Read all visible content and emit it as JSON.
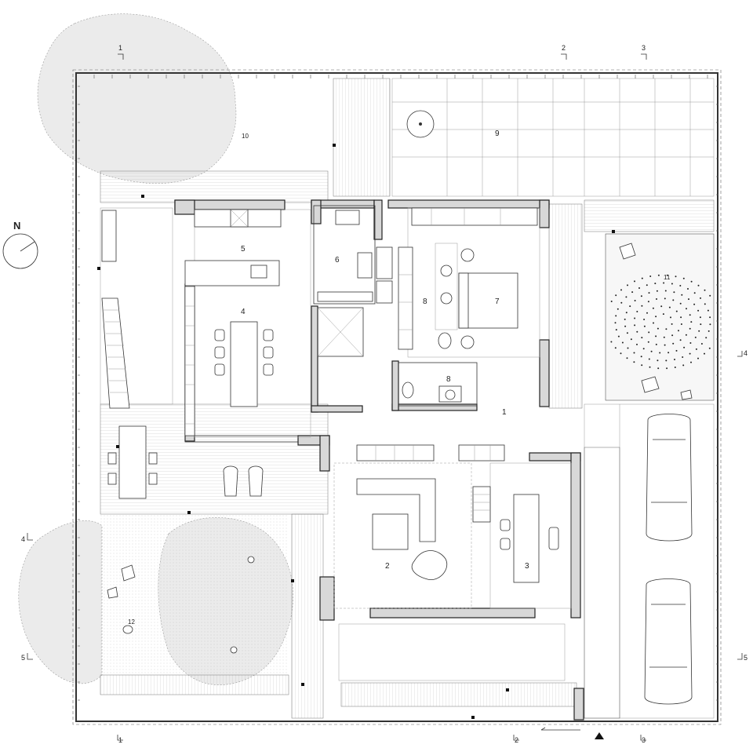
{
  "compass": {
    "label": "N"
  },
  "rooms": {
    "r1": "1",
    "r2": "2",
    "r3": "3",
    "r4": "4",
    "r5": "5",
    "r6": "6",
    "r7": "7",
    "r8a": "8",
    "r8b": "8",
    "r9": "9",
    "r10": "10",
    "r11": "11",
    "r12": "12"
  },
  "sections": {
    "s1_top": "1",
    "s2_top": "2",
    "s3_top": "3",
    "s1_bottom": "1",
    "s2_bottom": "2",
    "s3_bottom": "3",
    "s4_left": "4",
    "s4_right": "4",
    "s5_left": "5",
    "s5_right": "5"
  }
}
